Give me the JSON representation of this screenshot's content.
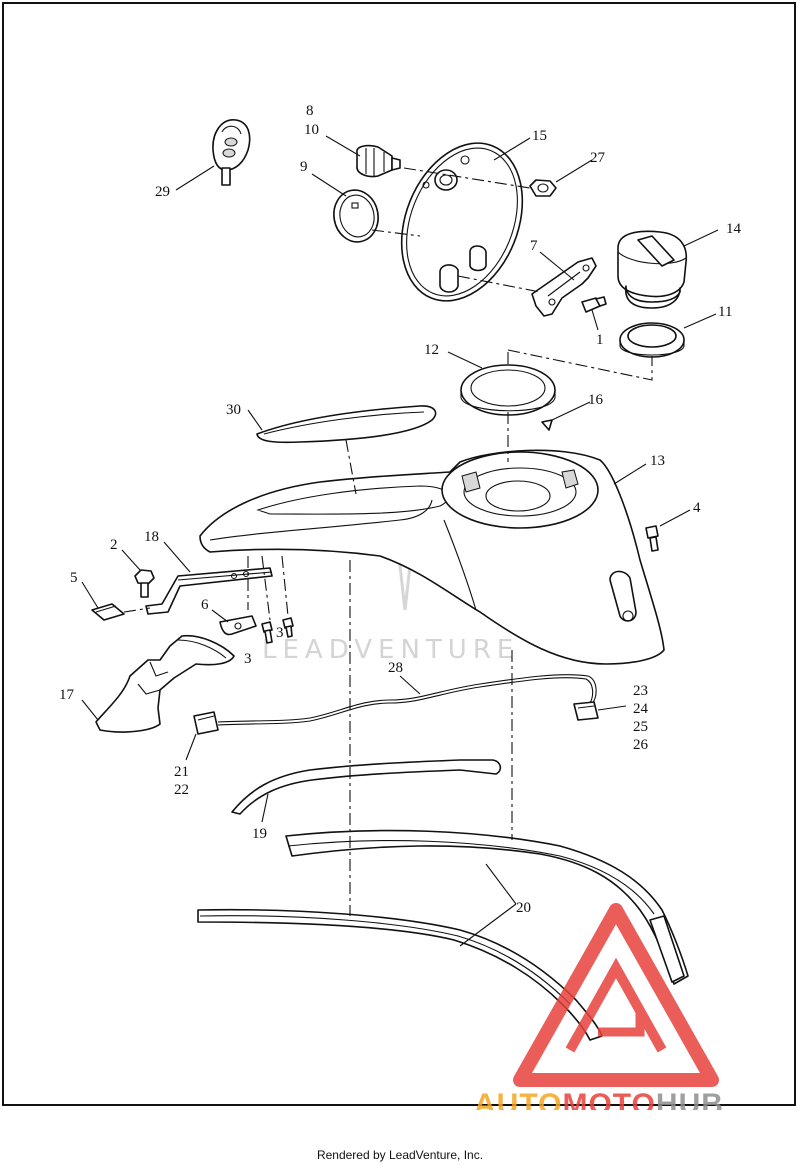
{
  "callouts": {
    "c1": "1",
    "c2": "2",
    "c3a": "3",
    "c3b": "3",
    "c4": "4",
    "c5": "5",
    "c6": "6",
    "c7": "7",
    "c8": "8",
    "c9": "9",
    "c10": "10",
    "c11": "11",
    "c12": "12",
    "c13": "13",
    "c14": "14",
    "c15": "15",
    "c16": "16",
    "c17": "17",
    "c18": "18",
    "c19": "19",
    "c20": "20",
    "c21": "21",
    "c22": "22",
    "c23": "23",
    "c24": "24",
    "c25": "25",
    "c26": "26",
    "c27": "27",
    "c28": "28",
    "c29": "29",
    "c30": "30"
  },
  "watermark": {
    "text": "LEADVENTURE"
  },
  "logo": {
    "text_auto": "AUTO",
    "text_moto": "MOTO",
    "text_hub": "HUB",
    "color_orange": "#f5a623",
    "color_red": "#e8413c",
    "color_gray": "#8f8f8f"
  },
  "footer": {
    "text": "Rendered by LeadVenture, Inc."
  }
}
